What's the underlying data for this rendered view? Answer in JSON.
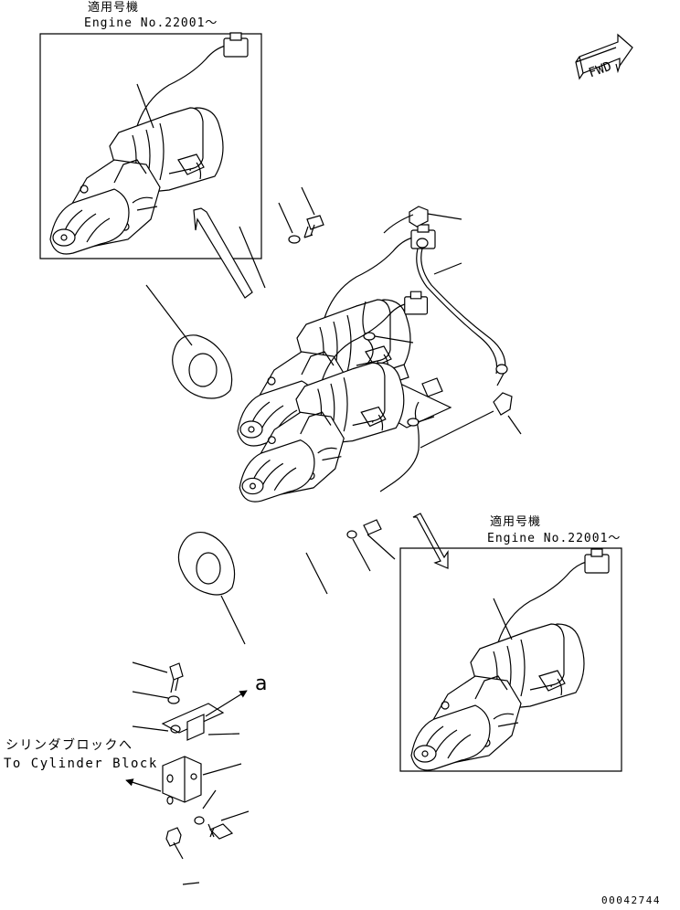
{
  "inset_top": {
    "title_jp": "適用号機",
    "title_en": "Engine No.22001～"
  },
  "inset_right": {
    "title_jp": "適用号機",
    "title_en": "Engine No.22001～"
  },
  "fwd_label": "FWD",
  "ref_a_upper": "a",
  "ref_a_lower": "a",
  "cylinder_block": {
    "jp": "シリンダブロックへ",
    "en": "To Cylinder Block"
  },
  "drawing_number": "00042744",
  "colors": {
    "line": "#000000",
    "background": "#ffffff"
  }
}
